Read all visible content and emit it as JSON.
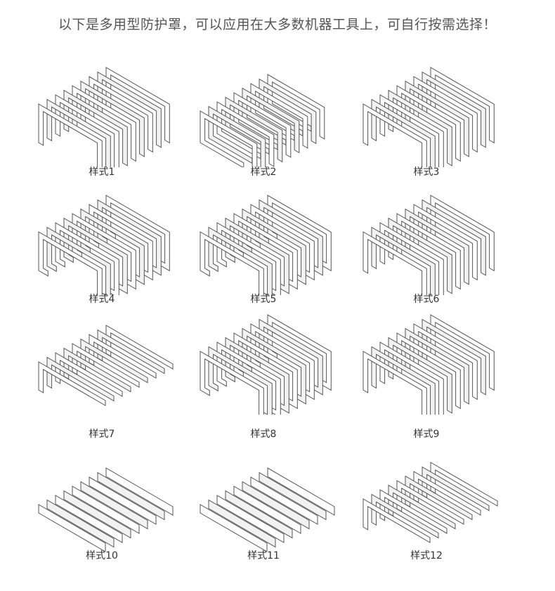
{
  "header": {
    "title": "以下是多用型防护罩，可以应用在大多数机器工具上，可自行按需选择！"
  },
  "styles": [
    {
      "label": "样式1"
    },
    {
      "label": "样式2"
    },
    {
      "label": "样式3"
    },
    {
      "label": "样式4"
    },
    {
      "label": "样式5"
    },
    {
      "label": "样式6"
    },
    {
      "label": "样式7"
    },
    {
      "label": "样式8"
    },
    {
      "label": "样式9"
    },
    {
      "label": "样式10"
    },
    {
      "label": "样式11"
    },
    {
      "label": "样式12"
    }
  ]
}
